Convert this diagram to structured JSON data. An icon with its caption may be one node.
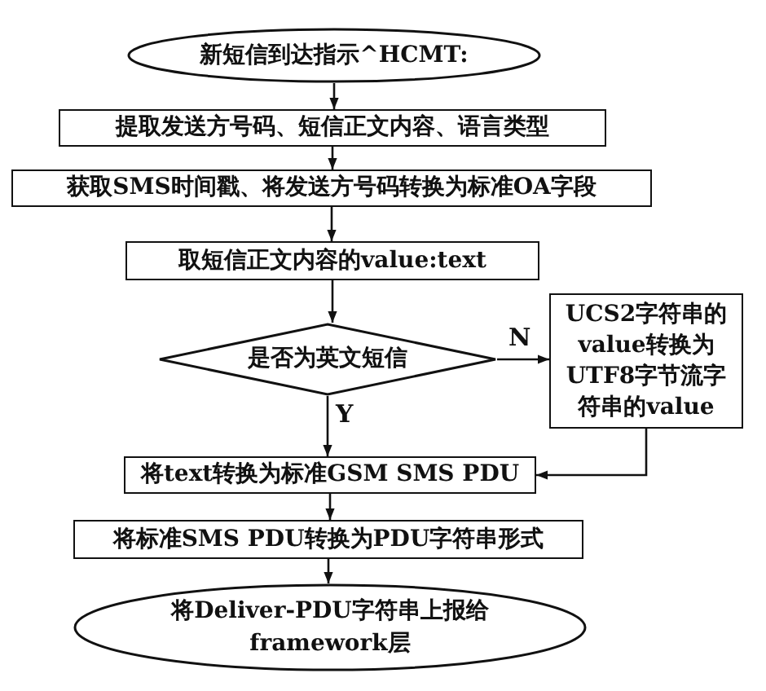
{
  "diagram": {
    "nodes": [
      {
        "text": [
          "新短信到达指示^HCMT:"
        ]
      },
      {
        "text": [
          "提取发送方号码、短信正文内容、语言类型"
        ]
      },
      {
        "text": [
          "获取SMS时间戳、将发送方号码转换为标准OA字段"
        ]
      },
      {
        "text": [
          "取短信正文内容的value:text"
        ]
      },
      {
        "text": [
          "是否为英文短信"
        ]
      },
      {
        "text": [
          "UCS2字符串的value转换为UTF8字节流字符串的value"
        ]
      },
      {
        "text": [
          "将text转换为标准GSM SMS PDU"
        ]
      },
      {
        "text": [
          "将标准SMS PDU转换为PDU字符串形式"
        ]
      },
      {
        "text": [
          "将Deliver-PDU字符串上报给framework层"
        ]
      }
    ],
    "edges": [
      {
        "from": 0,
        "to": 1,
        "arrow": "to"
      },
      {
        "from": 1,
        "to": 2,
        "arrow": "to"
      },
      {
        "from": 2,
        "to": 3,
        "arrow": "to"
      },
      {
        "from": 3,
        "to": 4,
        "arrow": "to"
      },
      {
        "from": 4,
        "to": 5,
        "arrow": "to",
        "label": "N"
      },
      {
        "from": 4,
        "to": 6,
        "arrow": "to",
        "label": "Y"
      },
      {
        "from": 5,
        "to": 6,
        "arrow": "to"
      },
      {
        "from": 6,
        "to": 7,
        "arrow": "to"
      },
      {
        "from": 7,
        "to": 8,
        "arrow": "to"
      }
    ]
  }
}
